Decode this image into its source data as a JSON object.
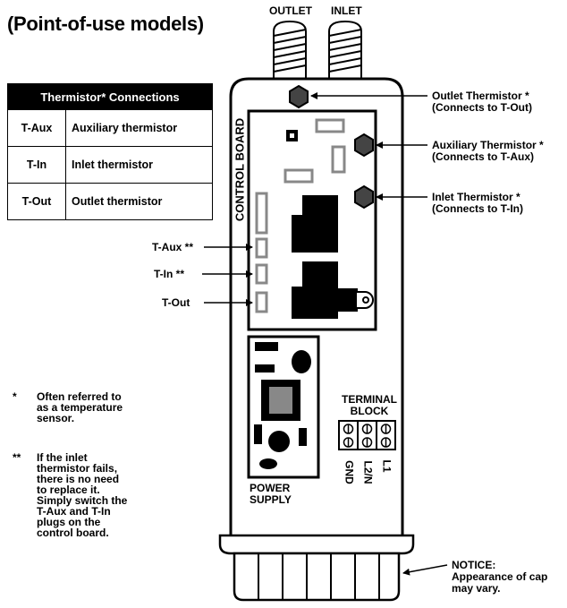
{
  "title": "(Point-of-use models)",
  "top_labels": {
    "outlet": "OUTLET",
    "inlet": "INLET"
  },
  "table": {
    "header": "Thermistor* Connections",
    "rows": [
      {
        "code": "T-Aux",
        "desc": "Auxiliary thermistor"
      },
      {
        "code": "T-In",
        "desc": "Inlet thermistor"
      },
      {
        "code": "T-Out",
        "desc": "Outlet thermistor"
      }
    ]
  },
  "callouts": {
    "outlet": [
      "Outlet Thermistor *",
      "(Connects to T-Out)"
    ],
    "aux": [
      "Auxiliary Thermistor *",
      "(Connects to T-Aux)"
    ],
    "inlet": [
      "Inlet Thermistor *",
      "(Connects to T-In)"
    ]
  },
  "connectors": {
    "taux": "T-Aux **",
    "tin": "T-In **",
    "tout": "T-Out"
  },
  "control_board": "CONTROL BOARD",
  "terminal_block": {
    "title_1": "TERMINAL",
    "title_2": "BLOCK",
    "gnd": "GND",
    "l2n": "L2/N",
    "l1": "L1"
  },
  "power_supply": {
    "line_1": "POWER",
    "line_2": "SUPPLY"
  },
  "notes": {
    "note1_marker": "*",
    "note1": [
      "Often referred to",
      "as a temperature",
      "sensor."
    ],
    "note2_marker": "**",
    "note2": [
      "If the inlet",
      "thermistor fails,",
      "there is no need",
      "to replace it.",
      "Simply switch the",
      "T-Aux and T-In",
      "plugs on the",
      "control board."
    ]
  },
  "notice": [
    "NOTICE:",
    "Appearance of cap",
    "may vary."
  ]
}
